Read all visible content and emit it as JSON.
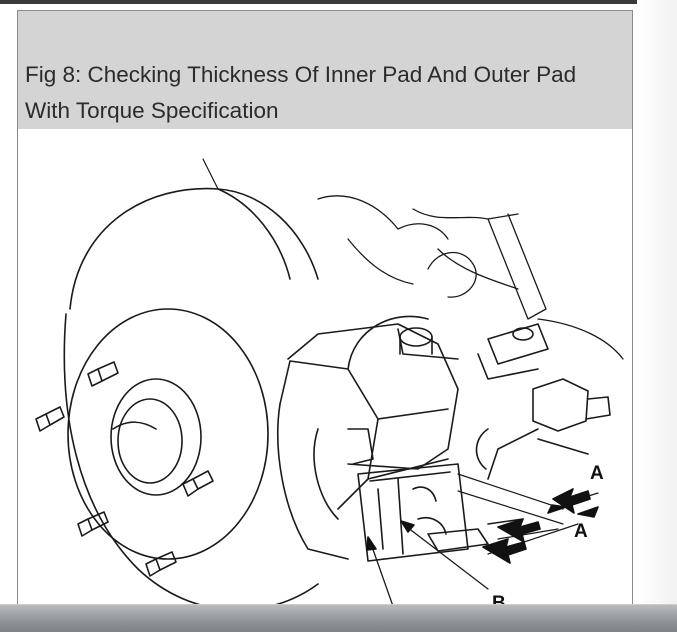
{
  "figure": {
    "caption_line1": "Fig 8: Checking Thickness Of Inner Pad And Outer Pad",
    "caption_line2": "With Torque Specification",
    "callouts": {
      "a_top": "A",
      "a_bottom": "A",
      "b": "B"
    }
  }
}
